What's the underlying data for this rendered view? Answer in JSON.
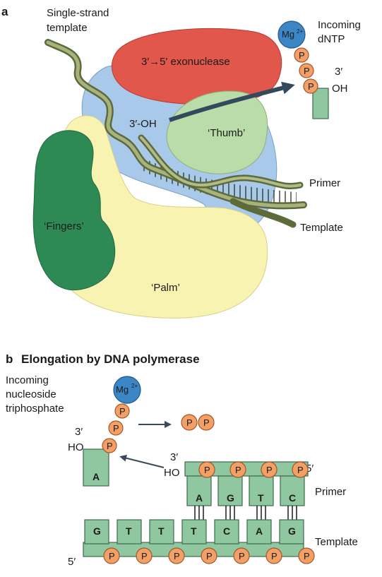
{
  "panel_a": {
    "letter": "a",
    "single_strand_template_line1": "Single-strand",
    "single_strand_template_line2": "template",
    "exonuclease": "3′→5′ exonuclease",
    "thumb": "‘Thumb’",
    "fingers": "‘Fingers’",
    "palm": "‘Palm’",
    "three_oh": "3′-OH",
    "primer": "Primer",
    "template": "Template",
    "incoming_line1": "Incoming",
    "incoming_line2": "dNTP",
    "mg": "Mg",
    "mg_charge": "2+",
    "p": "P",
    "three_prime": "3′",
    "oh": "OH"
  },
  "panel_b": {
    "letter": "b",
    "title": "Elongation by DNA polymerase",
    "incoming_line1": "Incoming",
    "incoming_line2": "nucleoside",
    "incoming_line3": "triphosphate",
    "mg": "Mg",
    "mg_charge": "2+",
    "p": "P",
    "three_prime": "3′",
    "five_prime": "5′",
    "ho": "HO",
    "incoming_base": "A",
    "primer_bases": [
      "A",
      "G",
      "T",
      "C"
    ],
    "template_bases": [
      "G",
      "T",
      "T",
      "T",
      "C",
      "A",
      "G"
    ],
    "primer_label": "Primer",
    "template_label": "Template"
  },
  "colors": {
    "exonuclease": "#e2574c",
    "thumb": "#b9dca8",
    "fingers": "#2e8a55",
    "palm": "#f9f3b2",
    "core": "#a8c9ea",
    "mg": "#3d86c6",
    "phosphate": "#f3a066",
    "nucleotide": "#8fc7a0",
    "strand": "#8d9863"
  }
}
